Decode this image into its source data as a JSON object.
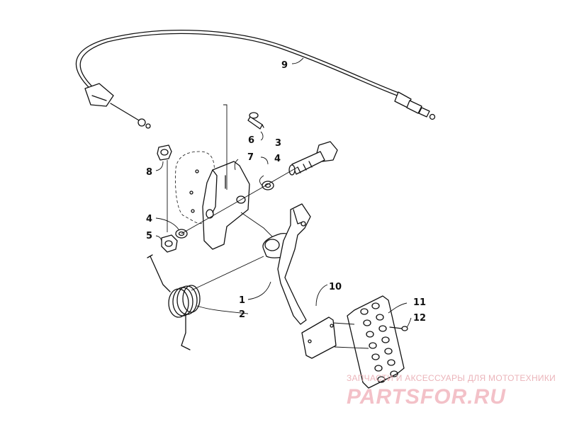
{
  "callouts": {
    "c1": "1",
    "c2": "2",
    "c3": "3",
    "c4a": "4",
    "c4b": "4",
    "c5": "5",
    "c6": "6",
    "c7": "7",
    "c8": "8",
    "c9": "9",
    "c10": "10",
    "c11": "11",
    "c12": "12"
  },
  "watermark": {
    "tagline": "ЗАПЧАСТИ И АКСЕССУАРЫ ДЛЯ МОТОТЕХНИКИ",
    "logo": "PARTSFOR.RU"
  },
  "colors": {
    "ink": "#111111",
    "watermark": "#f2b7bf"
  }
}
